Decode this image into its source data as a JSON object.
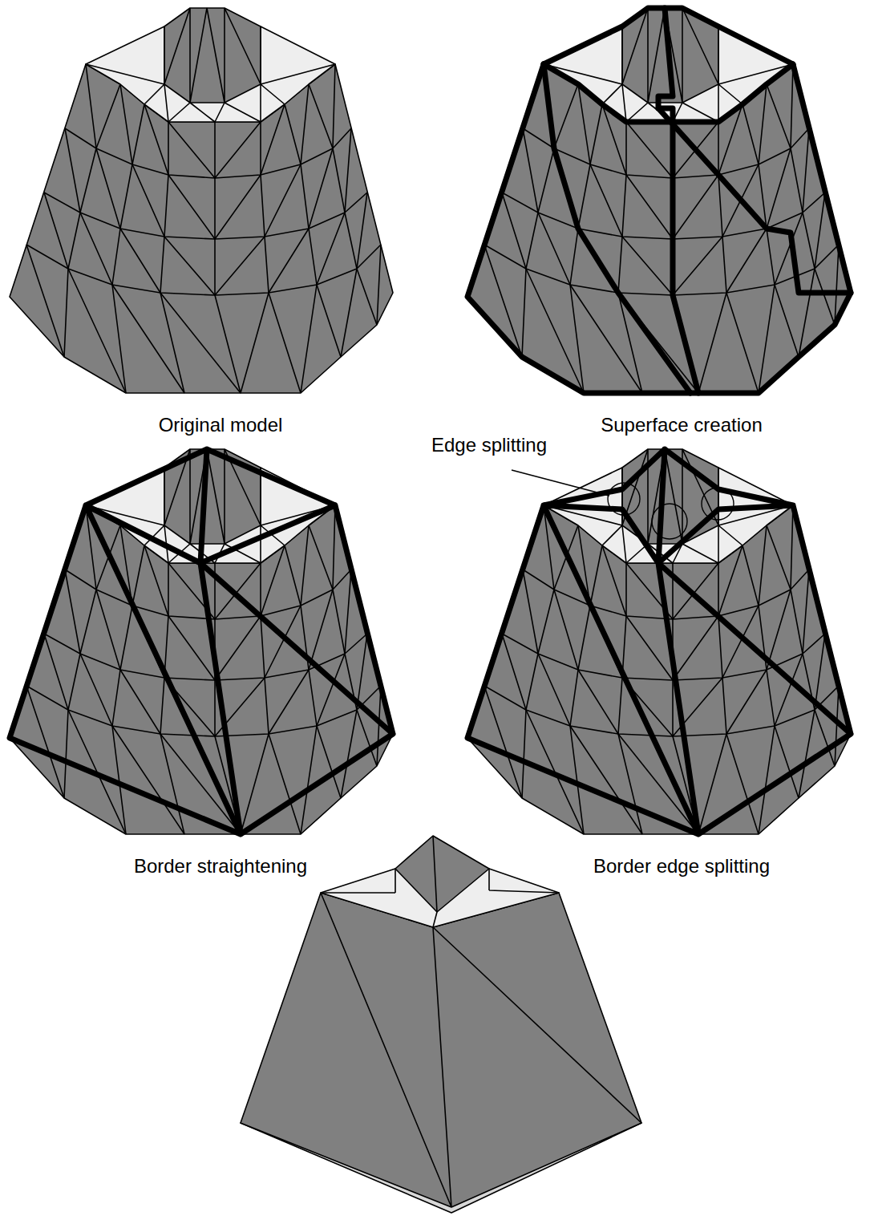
{
  "diagram": {
    "labels": [
      "Original model",
      "Superface creation",
      "Edge splitting",
      "Border straightening",
      "Border edge splitting"
    ]
  }
}
